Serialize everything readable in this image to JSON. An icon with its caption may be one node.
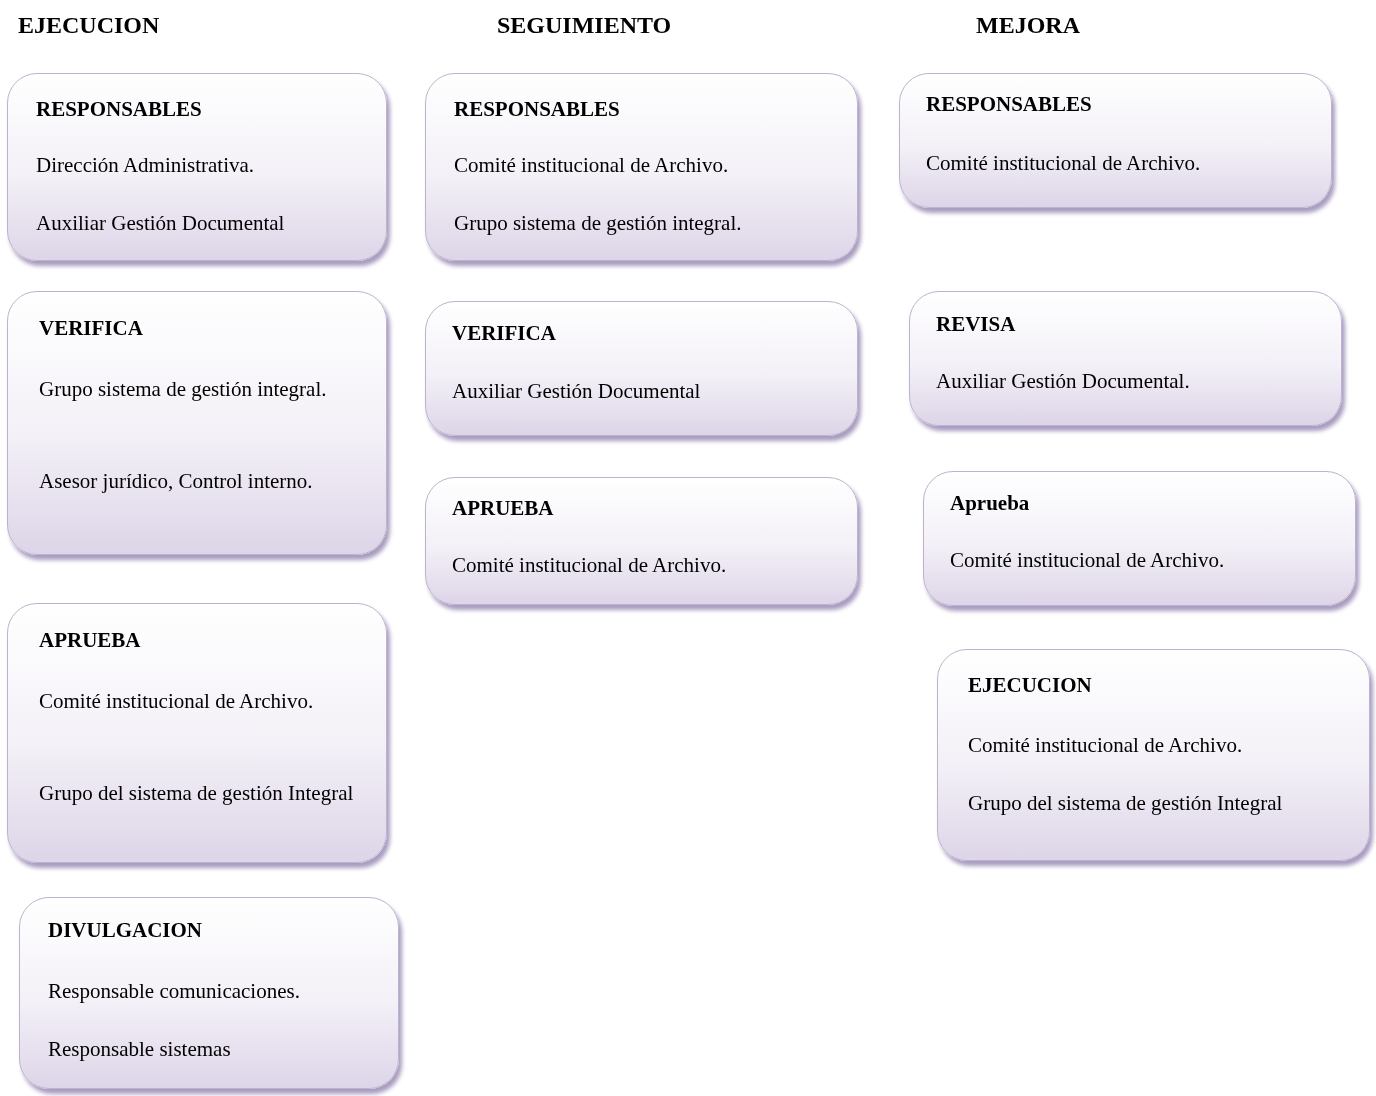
{
  "diagram": {
    "labels": [
      "EJECUCION",
      "SEGUIMIENTO",
      "MEJORA"
    ],
    "nodes": [
      {
        "text": [
          "RESPONSABLES",
          "Dirección Administrativa.",
          "Auxiliar Gestión Documental"
        ]
      },
      {
        "text": [
          "VERIFICA",
          "Grupo sistema de gestión integral.",
          "Asesor jurídico, Control interno."
        ]
      },
      {
        "text": [
          "APRUEBA",
          "Comité institucional de Archivo.",
          "Grupo del sistema de gestión Integral"
        ]
      },
      {
        "text": [
          "DIVULGACION",
          "Responsable comunicaciones.",
          "Responsable sistemas"
        ]
      },
      {
        "text": [
          "RESPONSABLES",
          "Comité institucional de Archivo.",
          "Grupo sistema de gestión integral."
        ]
      },
      {
        "text": [
          "VERIFICA",
          "Auxiliar Gestión Documental"
        ]
      },
      {
        "text": [
          "APRUEBA",
          "Comité institucional de Archivo."
        ]
      },
      {
        "text": [
          "RESPONSABLES",
          "Comité institucional de Archivo."
        ]
      },
      {
        "text": [
          "REVISA",
          "Auxiliar Gestión Documental."
        ]
      },
      {
        "text": [
          "Aprueba",
          "Comité institucional de Archivo."
        ]
      },
      {
        "text": [
          "EJECUCION",
          "Comité institucional de Archivo.",
          "Grupo del sistema de gestión Integral"
        ]
      }
    ]
  }
}
